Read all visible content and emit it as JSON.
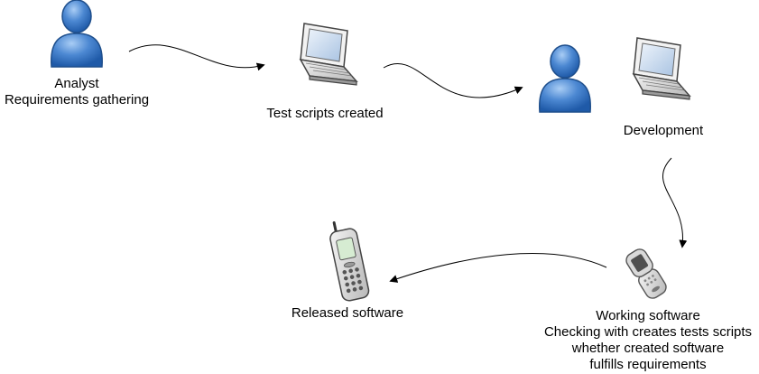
{
  "nodes": {
    "analyst": {
      "icon": "person-icon",
      "lines": [
        "Analyst",
        "Requirements gathering"
      ]
    },
    "test_scripts": {
      "icon": "laptop-icon",
      "lines": [
        "Test scripts created"
      ]
    },
    "development": {
      "icons": [
        "person-icon",
        "laptop-icon"
      ],
      "lines": [
        "Development"
      ]
    },
    "working_software": {
      "icon": "flip-phone-icon",
      "lines": [
        "Working software",
        "Checking with creates tests scripts",
        "whether created software",
        "fulfills requirements"
      ]
    },
    "released_software": {
      "icon": "mobile-phone-icon",
      "lines": [
        "Released software"
      ]
    }
  },
  "edges": [
    {
      "from": "analyst",
      "to": "test_scripts"
    },
    {
      "from": "test_scripts",
      "to": "development"
    },
    {
      "from": "development",
      "to": "working_software"
    },
    {
      "from": "working_software",
      "to": "released_software"
    }
  ],
  "colors": {
    "person_body": "#3a78c4",
    "person_highlight": "#8db8ec",
    "person_outline": "#1f4f8c",
    "laptop_body": "#e8e8e8",
    "laptop_outline": "#555555",
    "laptop_screen": "#b9cfe8",
    "phone_body": "#c8c8c8",
    "arrow": "#000000"
  }
}
